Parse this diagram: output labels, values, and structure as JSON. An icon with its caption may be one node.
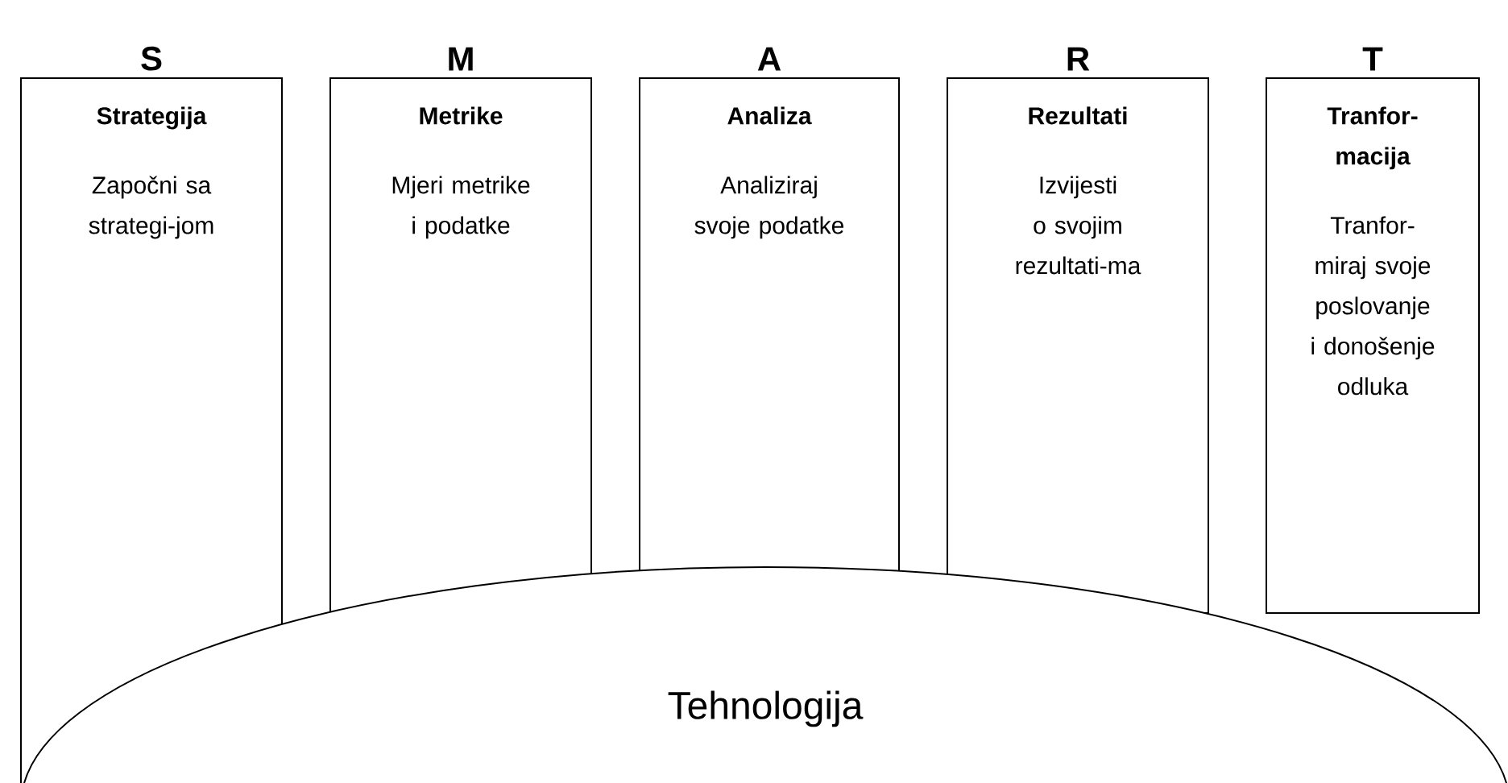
{
  "diagram": {
    "nodes": [
      {
        "text": [
          "S",
          "Strategija",
          "Započni sa strategi-jom"
        ]
      },
      {
        "text": [
          "M",
          "Metrike",
          "Mjeri metrike i podatke"
        ]
      },
      {
        "text": [
          "A",
          "Analiza",
          "Analiziraj svoje podatke"
        ]
      },
      {
        "text": [
          "R",
          "Rezultati",
          "Izvijesti o svojim rezultati-ma"
        ]
      },
      {
        "text": [
          "T",
          "Tranfor-macija",
          "Tranfor-miraj svoje poslovanje i donošenje odluka"
        ]
      },
      {
        "text": [
          "Tehnologija"
        ]
      }
    ],
    "edges": []
  }
}
